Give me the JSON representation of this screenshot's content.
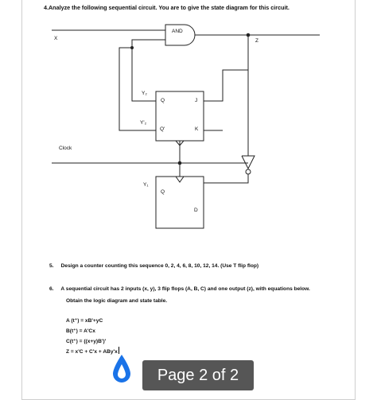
{
  "question4": {
    "text": "4.Analyze the following sequential circuit. You are to give the state diagram for this circuit."
  },
  "circuit": {
    "input_x": "X",
    "input_clock": "Clock",
    "output_z": "Z",
    "gate_label": "AND",
    "ff_top": {
      "y_label": "Y₂",
      "ybar_label": "Y'₂",
      "q": "Q",
      "qbar": "Q'",
      "j": "J",
      "k": "K"
    },
    "ff_bottom": {
      "y_label": "Y₁",
      "q": "Q",
      "d": "D"
    }
  },
  "question5": {
    "number": "5.",
    "text": "Design a counter counting this sequence 0, 2, 4, 6, 8, 10, 12, 14. (Use T flip flop)"
  },
  "question6": {
    "number": "6.",
    "line1": "A sequential circuit has 2 inputs (x, y), 3 flip flops (A, B, C) and one output (z), with equations below.",
    "line2": "Obtain the logic diagram and state table.",
    "equations": [
      "A (t⁺) = xB'+yC",
      "B(t⁺) = A'Cx",
      "C(t⁺) = ((x+y)B')'",
      "Z = x'C + C'x + ABy'x"
    ]
  },
  "pager": {
    "text": "Page 2 of 2"
  },
  "colors": {
    "pager_bg": "#565656",
    "drop_icon": "#1a73e8"
  }
}
